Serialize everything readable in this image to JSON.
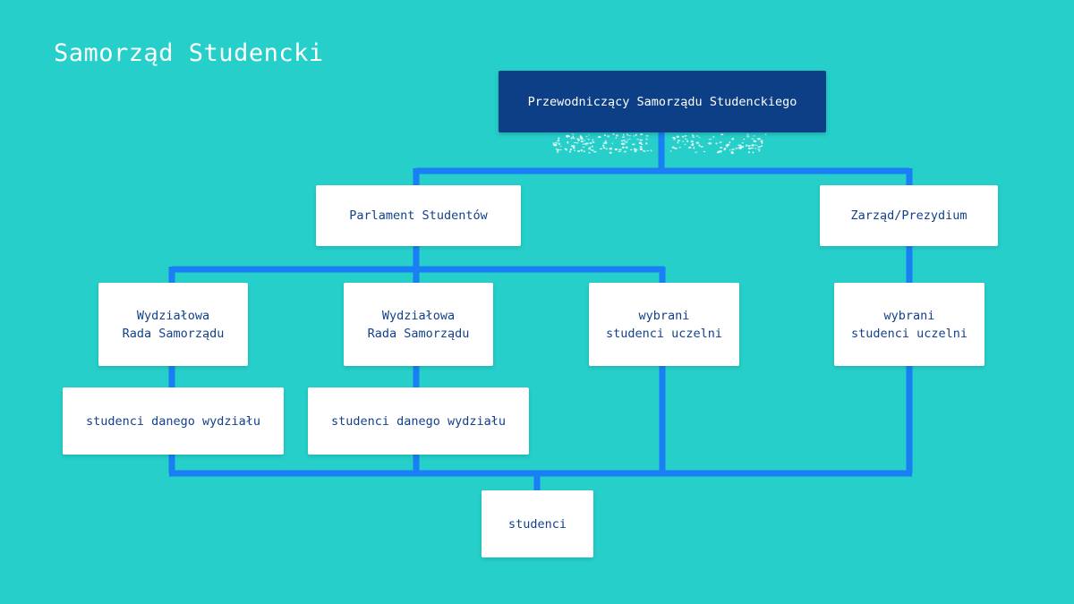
{
  "page": {
    "title": "Samorząd Studencki"
  },
  "colors": {
    "background": "#26cfc9",
    "connector": "#1a7ef5",
    "box": "#ffffff",
    "box_text": "#12418a",
    "box_dark": "#0d3f86",
    "box_dark_text": "#ffffff",
    "dots": "#ffffff"
  },
  "nodes": {
    "president": "Przewodniczący Samorządu Studenckiego",
    "parliament": "Parlament Studentów",
    "board": "Zarząd/Prezydium",
    "faculty_council_1": "Wydziałowa\nRada Samorządu",
    "faculty_council_2": "Wydziałowa\nRada Samorządu",
    "selected_students_1": "wybrani\nstudenci uczelni",
    "selected_students_2": "wybrani\nstudenci uczelni",
    "faculty_students_1": "studenci danego wydziału",
    "faculty_students_2": "studenci danego wydziału",
    "students": "studenci"
  },
  "edges": [
    [
      "president",
      "parliament"
    ],
    [
      "president",
      "board"
    ],
    [
      "parliament",
      "faculty_council_1"
    ],
    [
      "parliament",
      "faculty_council_2"
    ],
    [
      "parliament",
      "selected_students_1"
    ],
    [
      "board",
      "selected_students_2"
    ],
    [
      "faculty_council_1",
      "faculty_students_1"
    ],
    [
      "faculty_council_2",
      "faculty_students_2"
    ],
    [
      "faculty_students_1",
      "students"
    ],
    [
      "faculty_students_2",
      "students"
    ],
    [
      "selected_students_1",
      "students"
    ],
    [
      "selected_students_2",
      "students"
    ]
  ]
}
